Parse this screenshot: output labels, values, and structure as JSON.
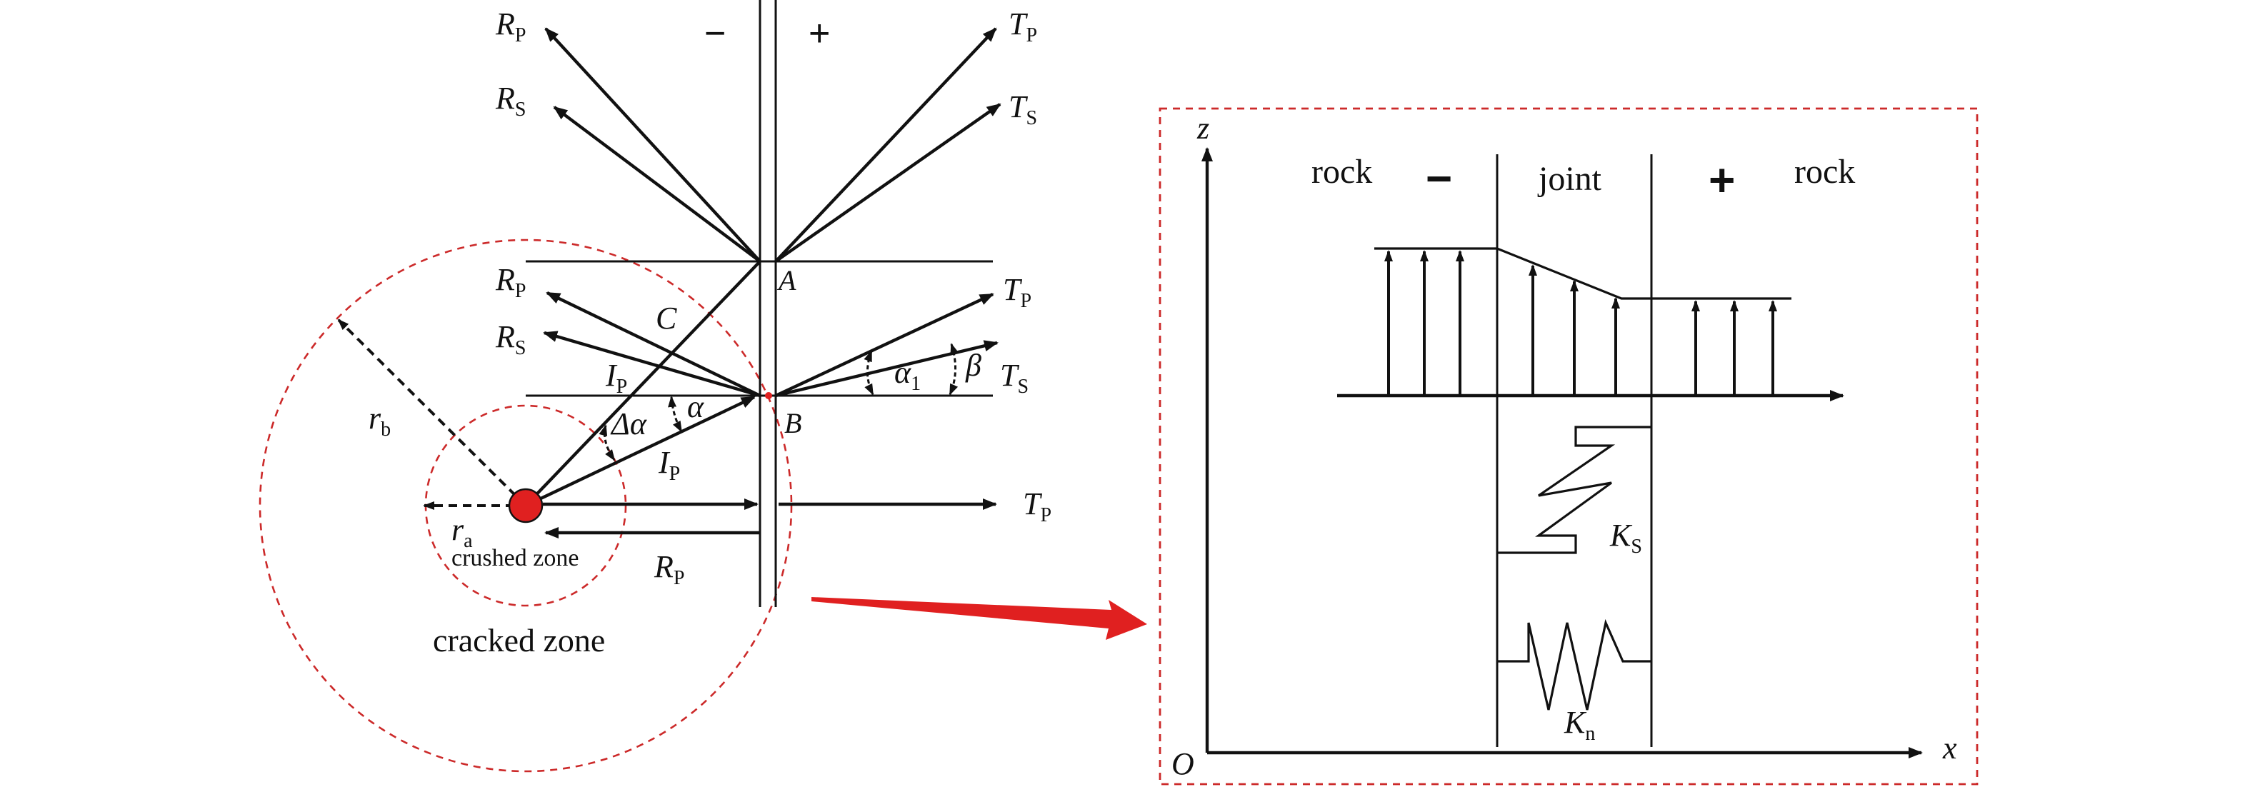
{
  "left": {
    "sign_minus": "−",
    "sign_plus": "+",
    "rays_top": {
      "RP": {
        "main": "R",
        "sub": "P"
      },
      "RS": {
        "main": "R",
        "sub": "S"
      },
      "TP": {
        "main": "T",
        "sub": "P"
      },
      "TS": {
        "main": "T",
        "sub": "S"
      }
    },
    "point_A": "A",
    "point_B": "B",
    "point_C": "C",
    "rays_mid": {
      "RP": {
        "main": "R",
        "sub": "P"
      },
      "RS": {
        "main": "R",
        "sub": "S"
      },
      "TP": {
        "main": "T",
        "sub": "P"
      },
      "TS": {
        "main": "T",
        "sub": "S"
      }
    },
    "IP_upper": {
      "main": "I",
      "sub": "P"
    },
    "IP_lower": {
      "main": "I",
      "sub": "P"
    },
    "alpha": "α",
    "delta_alpha": "Δα",
    "alpha1": {
      "main": "α",
      "sub": "1"
    },
    "beta": "β",
    "rb": {
      "main": "r",
      "sub": "b"
    },
    "ra": {
      "main": "r",
      "sub": "a"
    },
    "crushed_zone": "crushed zone",
    "cracked_zone": "cracked zone",
    "bottom_TP": {
      "main": "T",
      "sub": "P"
    },
    "bottom_RP": {
      "main": "R",
      "sub": "P"
    }
  },
  "right": {
    "axis_z": "z",
    "axis_x": "x",
    "origin": "O",
    "rock_left": "rock",
    "minus": "−",
    "joint": "joint",
    "plus": "+",
    "rock_right": "rock",
    "Ks": {
      "main": "K",
      "sub": "S"
    },
    "Kn": {
      "main": "K",
      "sub": "n"
    }
  },
  "colors": {
    "line": "#111111",
    "red": "#e02020",
    "dash_red": "#cc2a2a"
  }
}
